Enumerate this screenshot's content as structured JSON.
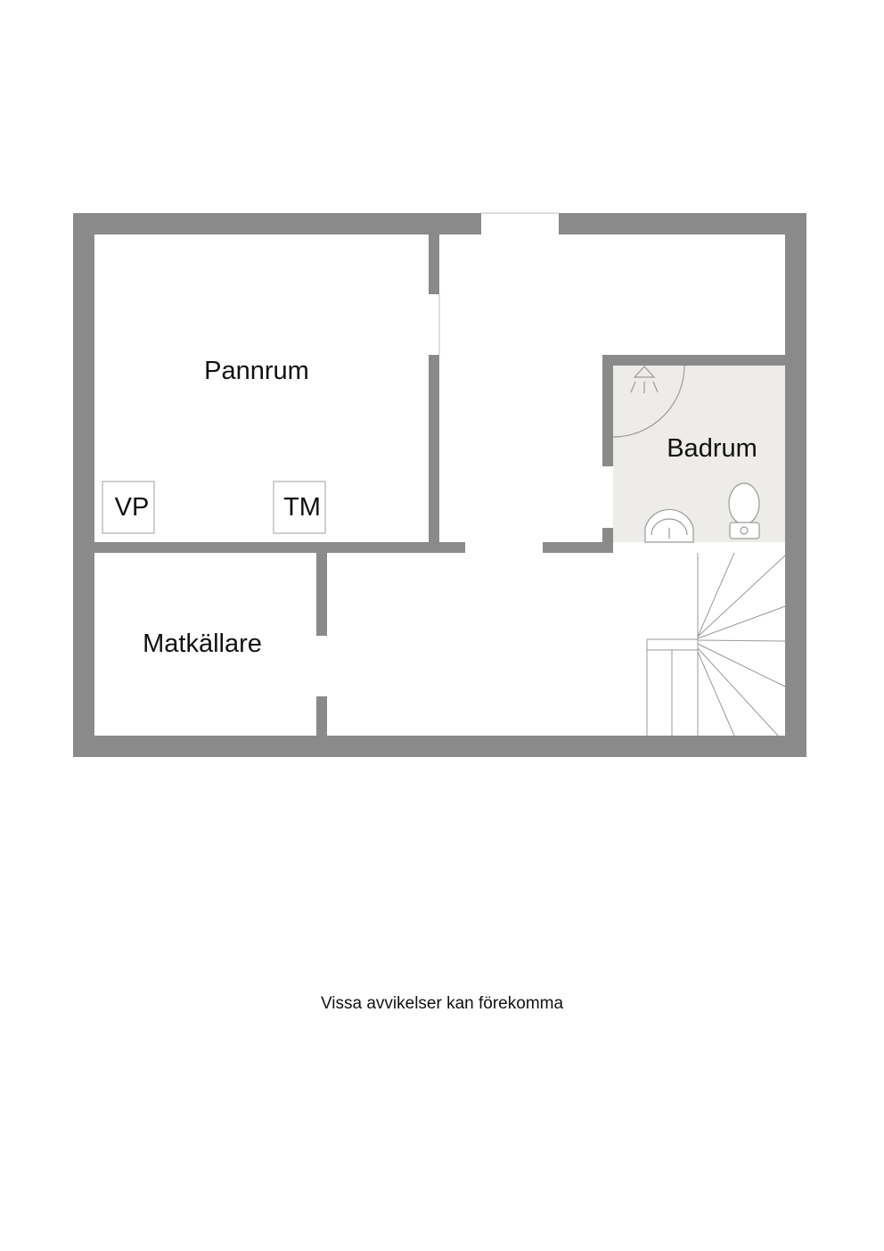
{
  "rooms": {
    "pannrum": "Pannrum",
    "badrum": "Badrum",
    "matkallare": "Matkällare"
  },
  "equipment": {
    "vp": "VP",
    "tm": "TM"
  },
  "footer": {
    "disclaimer": "Vissa avvikelser kan förekomma"
  },
  "colors": {
    "wall": "#8a8a8a",
    "bathroom_floor": "#eeece8",
    "fixture_line": "#9a9a9a"
  }
}
